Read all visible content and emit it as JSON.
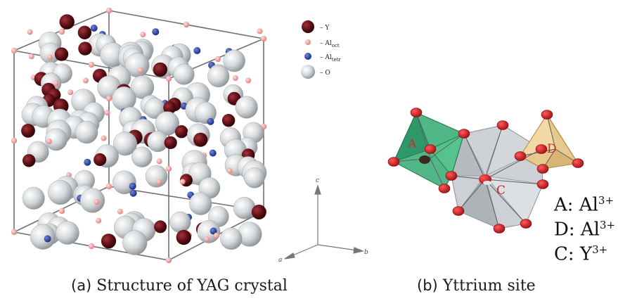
{
  "panel_a": {
    "caption_label": "(a)",
    "caption_text": "Structure of YAG crystal",
    "legend": [
      {
        "symbol": "Y",
        "sub": "",
        "color": "#5a0e14"
      },
      {
        "symbol": "Al",
        "sub": "oct",
        "color": "#f0a0a0"
      },
      {
        "symbol": "Al",
        "sub": "tetr",
        "color": "#1f3aa0"
      },
      {
        "symbol": "O",
        "sub": "",
        "color": "#cfd3d6"
      }
    ],
    "axes": {
      "c": "c",
      "a": "a",
      "b": "b"
    }
  },
  "panel_b": {
    "caption_label": "(b)",
    "caption_text": "Yttrium site",
    "site_labels": {
      "A": "A",
      "D": "D",
      "C": "C"
    },
    "ions": [
      {
        "prefix": "A: Al",
        "charge": "3+"
      },
      {
        "prefix": "D: Al",
        "charge": "3+"
      },
      {
        "prefix": "C: Y",
        "charge": "3+"
      }
    ]
  }
}
